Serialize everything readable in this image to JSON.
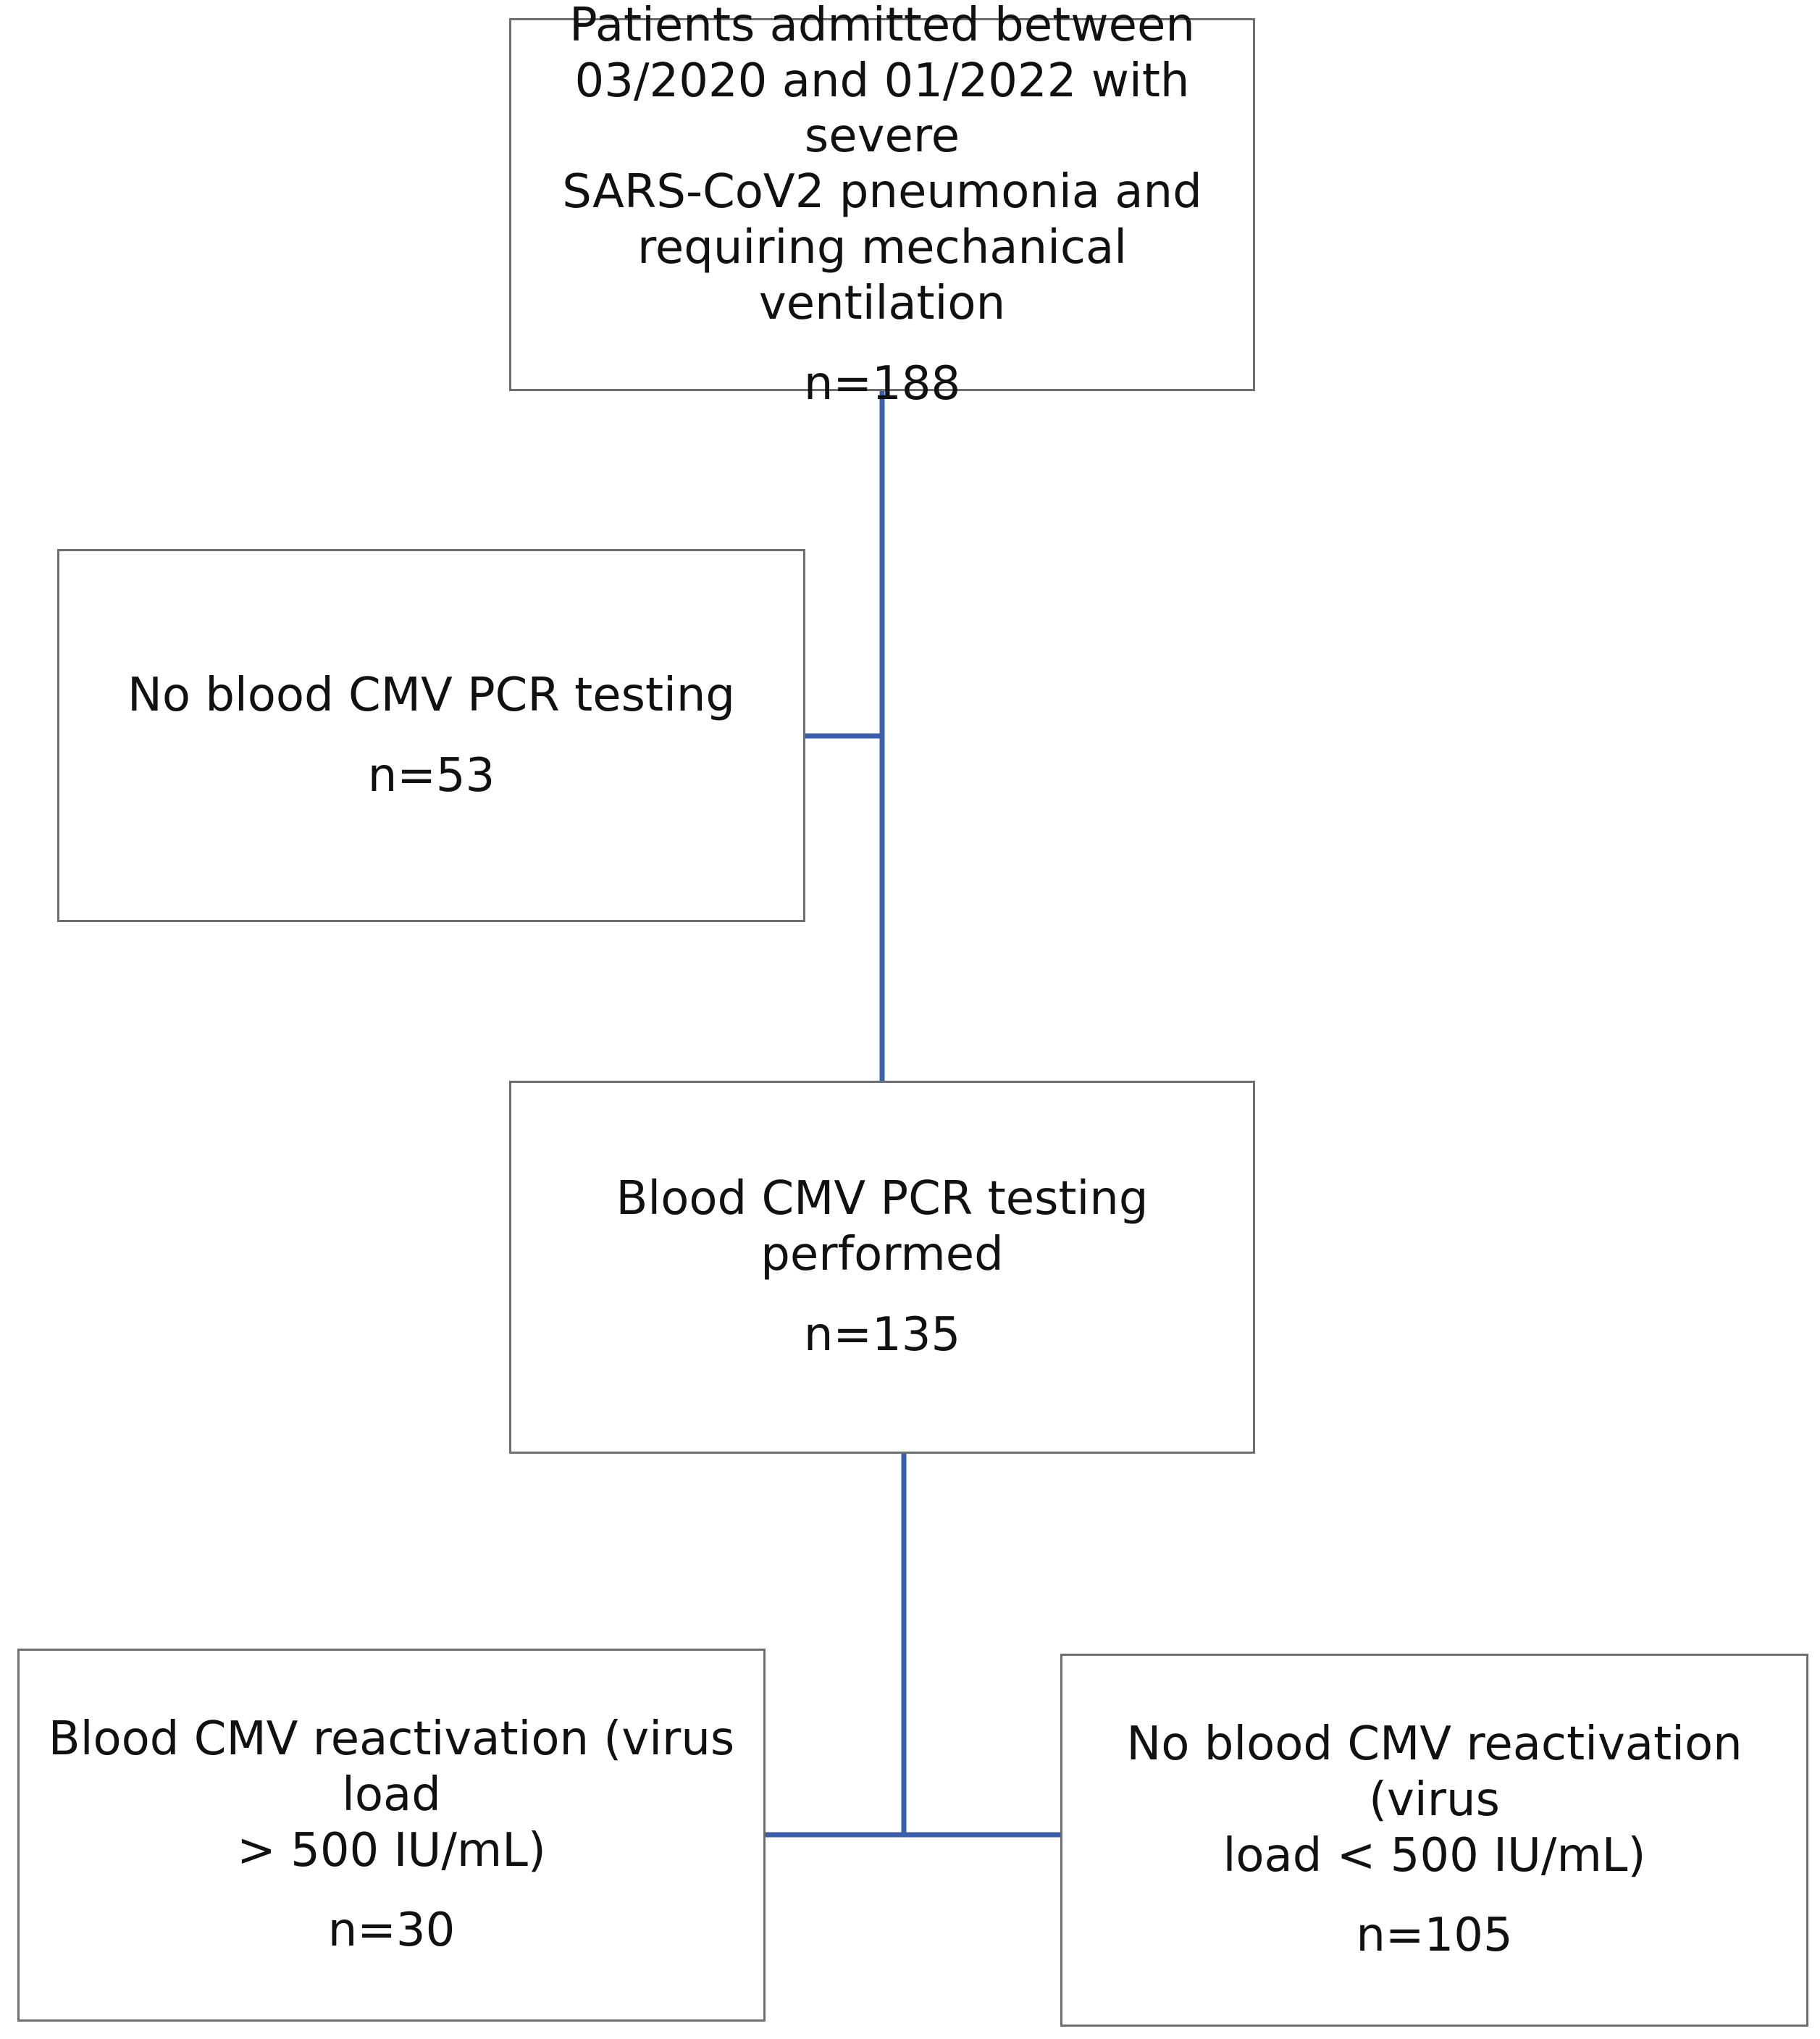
{
  "nodes": {
    "top": {
      "label": "Patients admitted between\n03/2020 and 01/2022 with severe\nSARS-CoV2 pneumonia and\nrequiring mechanical ventilation",
      "count": "n=188"
    },
    "excluded": {
      "label": "No blood CMV PCR testing",
      "count": "n=53"
    },
    "tested": {
      "label": "Blood CMV PCR testing performed",
      "count": "n=135"
    },
    "reactivation": {
      "label": "Blood CMV reactivation (virus load\n> 500 IU/mL)",
      "count": "n=30"
    },
    "no_reactivation": {
      "label": "No blood CMV reactivation (virus\nload < 500 IU/mL)",
      "count": "n=105"
    }
  },
  "colors": {
    "connector": "#3a5fad",
    "box_border": "#6e6e6e",
    "background": "#ffffff"
  }
}
